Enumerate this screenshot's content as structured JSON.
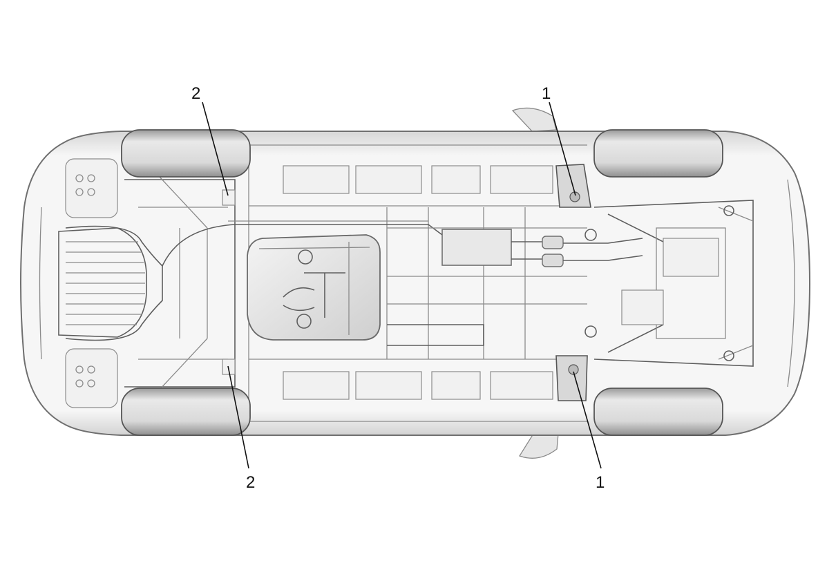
{
  "callouts": [
    {
      "id": "front-left-point",
      "label": "1"
    },
    {
      "id": "front-right-point",
      "label": "1"
    },
    {
      "id": "rear-left-point",
      "label": "2"
    },
    {
      "id": "rear-right-point",
      "label": "2"
    }
  ],
  "colors": {
    "background": "#ffffff",
    "line": "#8a8a8a",
    "shade": "#e3e3e3",
    "callout": "#111111"
  }
}
